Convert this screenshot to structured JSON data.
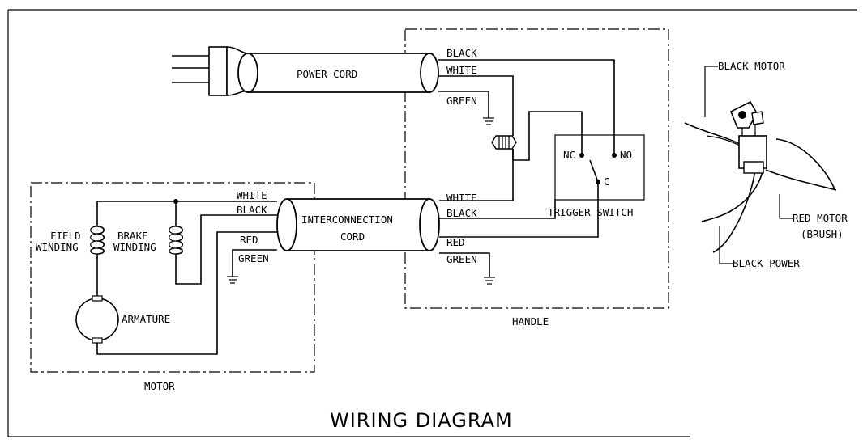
{
  "title": "WIRING DIAGRAM",
  "power_cord": {
    "label": "POWER CORD",
    "wires": {
      "black": "BLACK",
      "white": "WHITE",
      "green": "GREEN"
    }
  },
  "interconnection_cord": {
    "line1": "INTERCONNECTION",
    "line2": "CORD",
    "motor_side": {
      "white": "WHITE",
      "black": "BLACK",
      "red": "RED",
      "green": "GREEN"
    },
    "handle_side": {
      "white": "WHITE",
      "black": "BLACK",
      "red": "RED",
      "green": "GREEN"
    }
  },
  "motor": {
    "label": "MOTOR",
    "field_winding": {
      "line1": "FIELD",
      "line2": "WINDING"
    },
    "brake_winding": {
      "line1": "BRAKE",
      "line2": "WINDING"
    },
    "armature": "ARMATURE"
  },
  "handle": {
    "label": "HANDLE",
    "trigger_switch": {
      "label": "TRIGGER SWITCH",
      "nc": "NC",
      "no": "NO",
      "c": "C"
    }
  },
  "detail": {
    "black_motor": "BLACK MOTOR",
    "red_motor_line1": "RED MOTOR",
    "red_motor_line2": "(BRUSH)",
    "black_power": "BLACK POWER"
  }
}
